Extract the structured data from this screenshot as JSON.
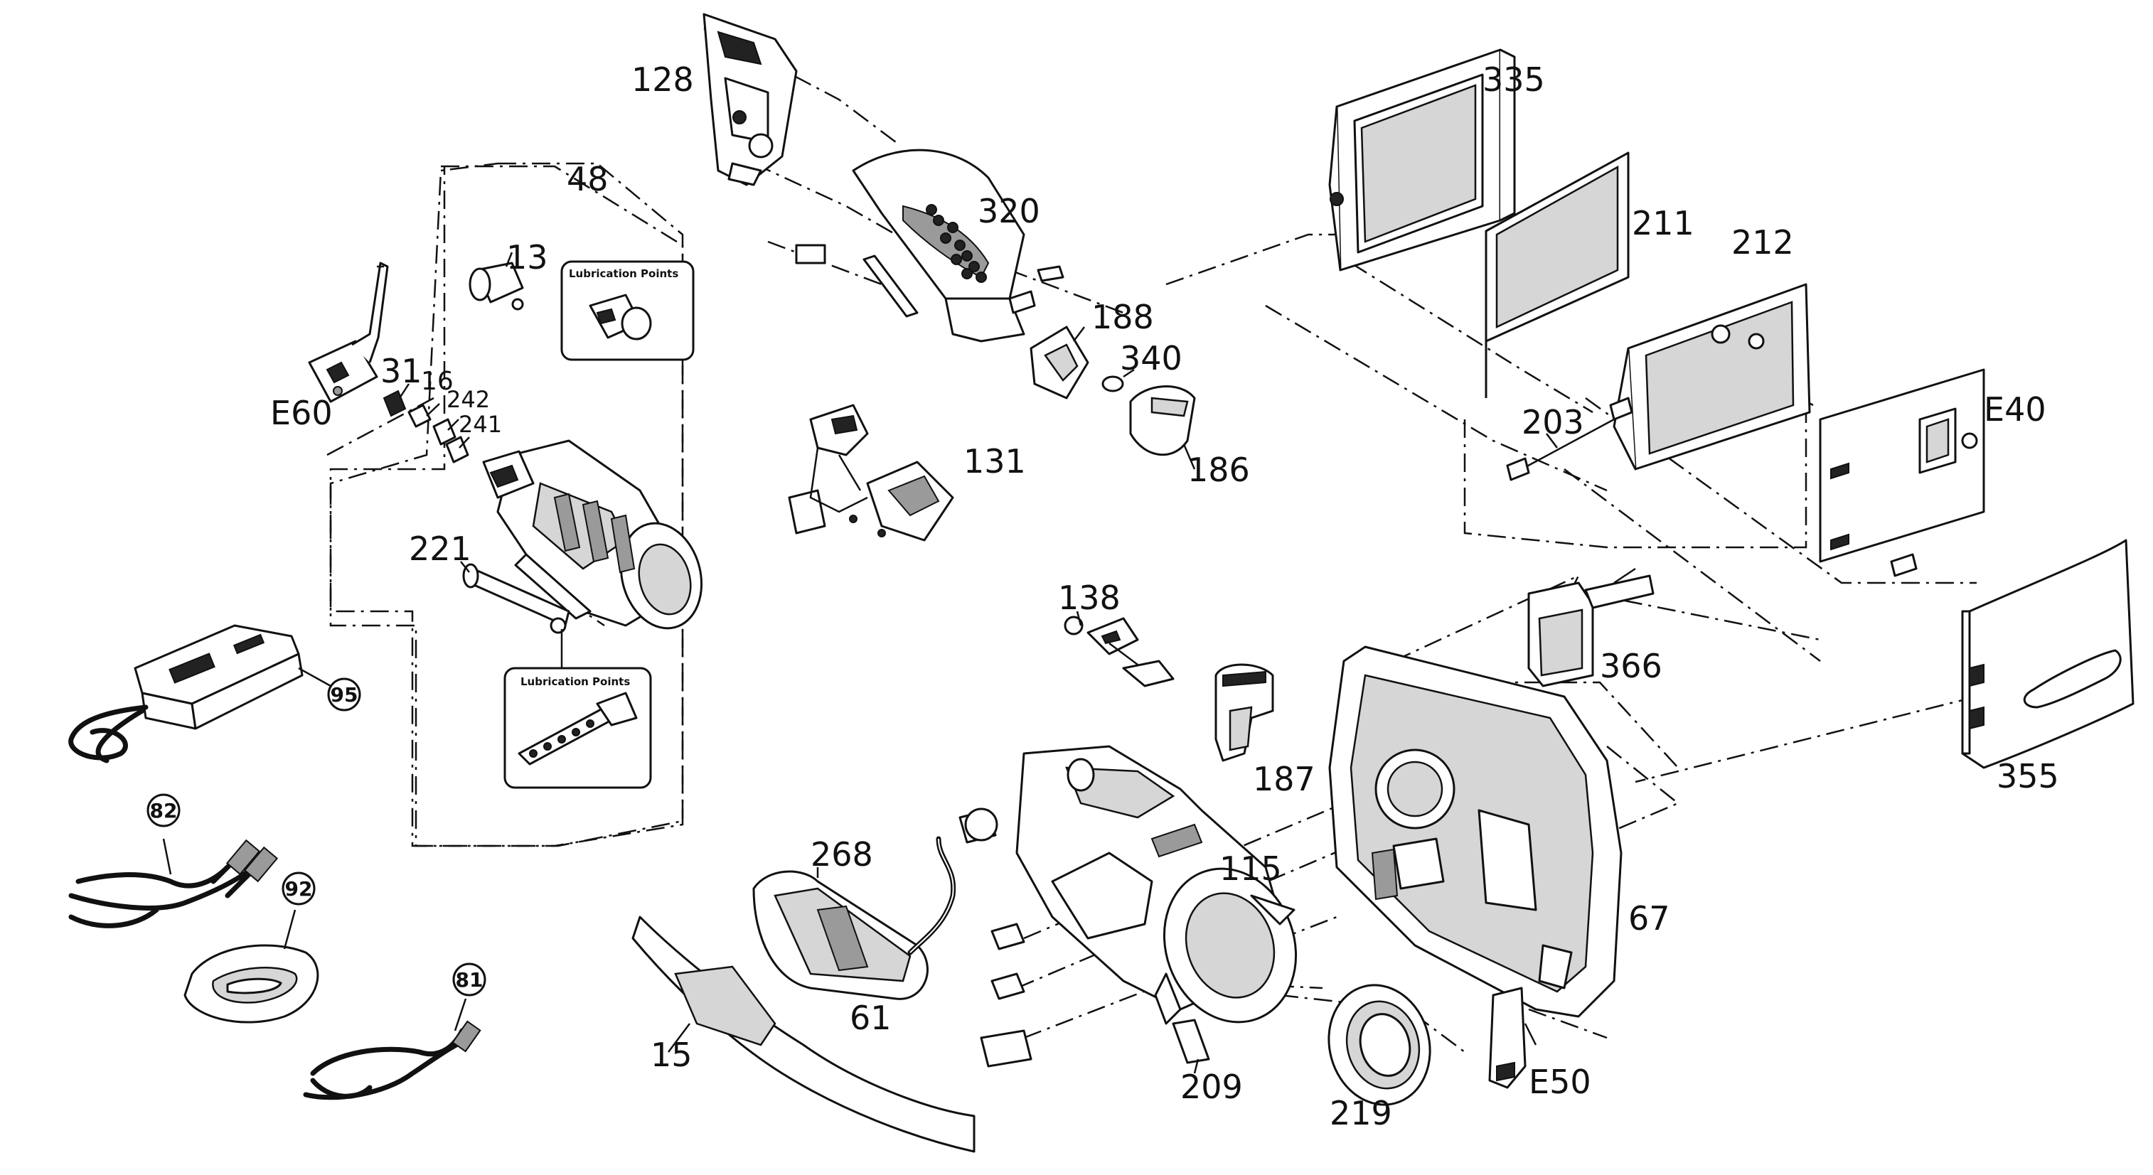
{
  "labels": {
    "p128": "128",
    "p335": "335",
    "p48": "48",
    "p320": "320",
    "p211": "211",
    "p13": "13",
    "p212": "212",
    "p188": "188",
    "p340": "340",
    "pE40": "E40",
    "p31": "31",
    "p16": "16",
    "p242": "242",
    "p241": "241",
    "pE60": "E60",
    "p203": "203",
    "p131": "131",
    "p186": "186",
    "p221": "221",
    "p138": "138",
    "p366": "366",
    "p187": "187",
    "p355": "355",
    "p268": "268",
    "p115": "115",
    "p67": "67",
    "p61": "61",
    "p15": "15",
    "p209": "209",
    "p219": "219",
    "pE50": "E50",
    "p95": "95",
    "p82": "82",
    "p92": "92",
    "p81": "81"
  },
  "callouts": {
    "lube_top": "Lubrication Points",
    "lube_bottom": "Lubrication Points"
  }
}
